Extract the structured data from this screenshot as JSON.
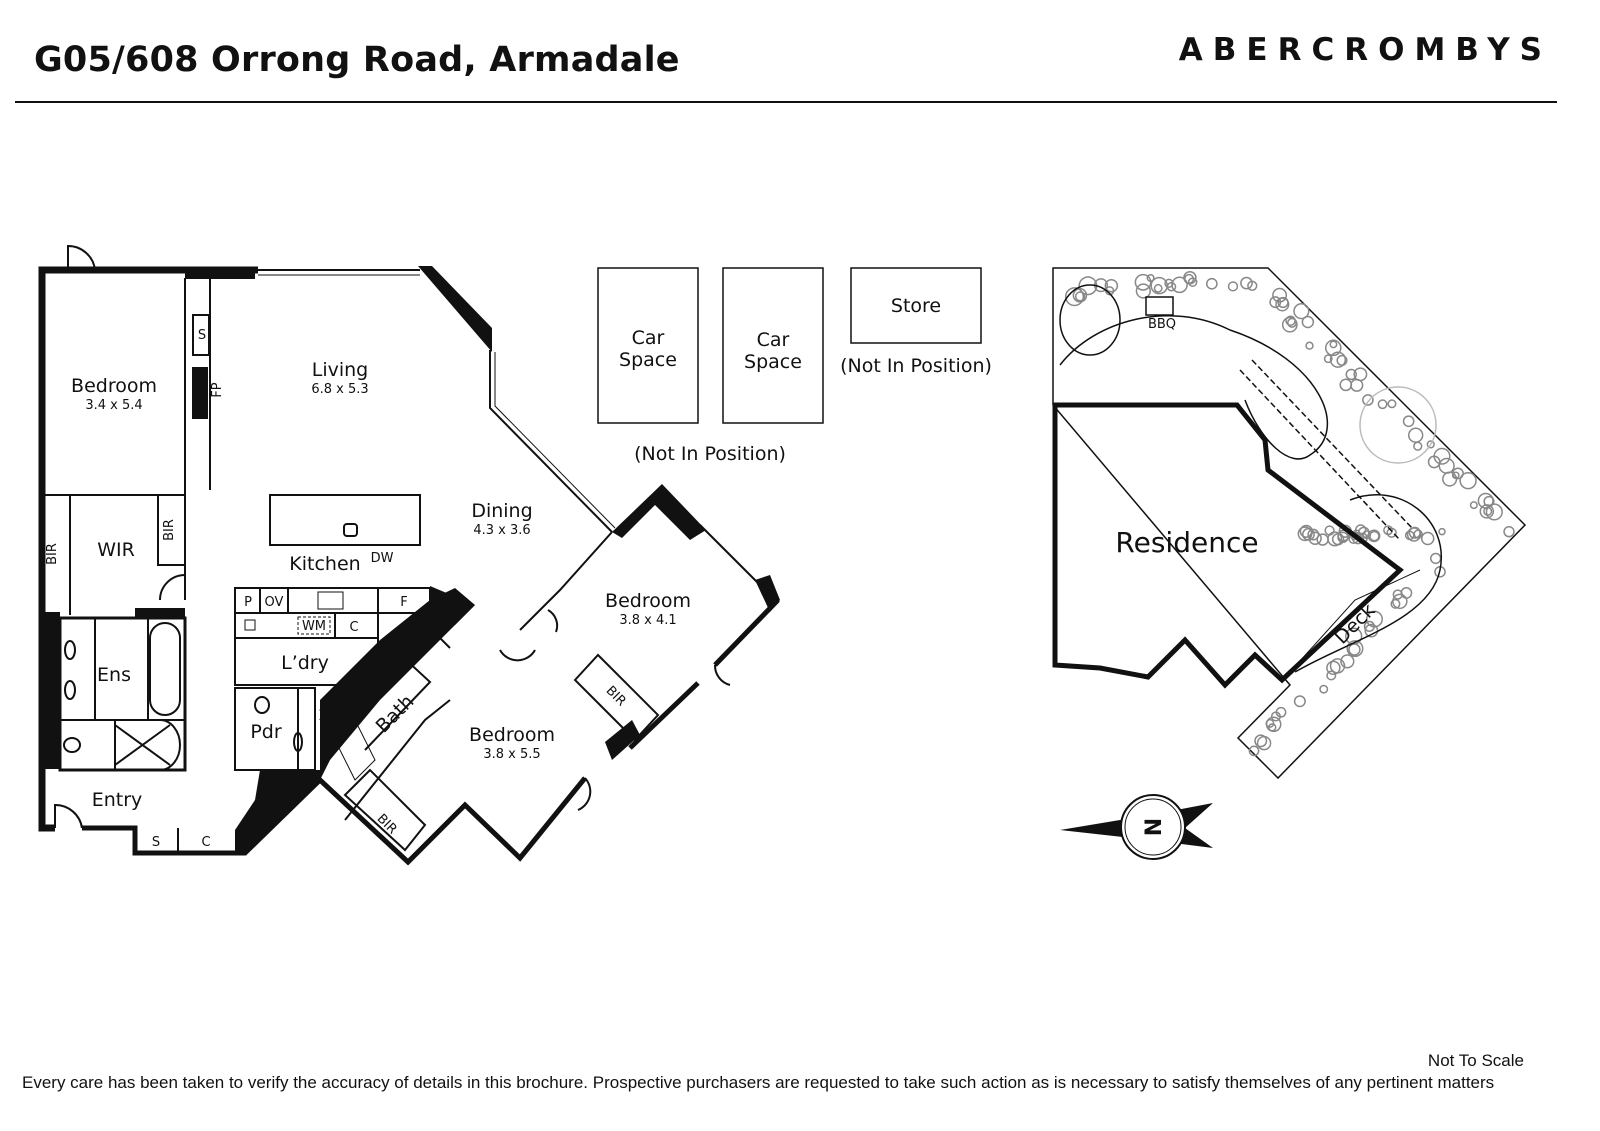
{
  "header": {
    "address": "G05/608 Orrong Road, Armadale",
    "brand": "ABERCROMBYS"
  },
  "rooms": {
    "bedroom1": {
      "name": "Bedroom",
      "dims": "3.4 x 5.4"
    },
    "living": {
      "name": "Living",
      "dims": "6.8 x 5.3"
    },
    "dining": {
      "name": "Dining",
      "dims": "4.3 x 3.6"
    },
    "kitchen": {
      "name": "Kitchen"
    },
    "bedroom2": {
      "name": "Bedroom",
      "dims": "3.8 x 4.1"
    },
    "bedroom3": {
      "name": "Bedroom",
      "dims": "3.8 x 5.5"
    },
    "wir": "WIR",
    "ens": "Ens",
    "laundry": "L’dry",
    "powder": "Pdr",
    "bath": "Bath",
    "entry": "Entry"
  },
  "fixtures": {
    "s": "S",
    "fp": "FP",
    "bir": "BIR",
    "dw": "DW",
    "p": "P",
    "ov": "OV",
    "f": "F",
    "wm": "WM",
    "c": "C"
  },
  "parking": {
    "car_space": "Car Space",
    "car_space_line1": "Car",
    "car_space_line2": "Space",
    "store": "Store",
    "not_in_position": "(Not In Position)"
  },
  "site": {
    "residence": "Residence",
    "deck": "Deck",
    "bbq": "BBQ",
    "north": "N"
  },
  "footer": {
    "scale": "Not To Scale",
    "disclaimer": "Every care has been taken to verify the accuracy of details in this brochure. Prospective purchasers are requested to take such action as is necessary to satisfy themselves of any pertinent matters"
  }
}
